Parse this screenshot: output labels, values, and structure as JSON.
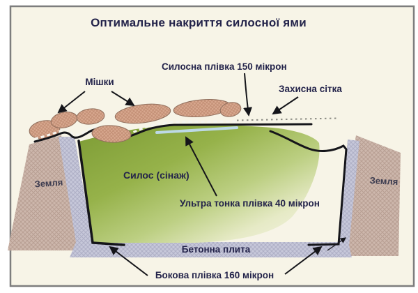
{
  "title": "Оптимальне накриття силосної ями",
  "diagram": {
    "labels": {
      "bags": "Мішки",
      "silage_film": "Силосна плівка 150 мікрон",
      "protective_net": "Захисна сітка",
      "earth_left": "Земля",
      "earth_right": "Земля",
      "silage": "Силос (сінаж)",
      "ultra_thin_film": "Ультра тонка плівка 40 мікрон",
      "concrete_slab": "Бетонна плита",
      "side_film": "Бокова плівка 160 мікрон"
    },
    "colors": {
      "background": "#f7f4e7",
      "frame_border": "#7d7d7d",
      "title_text": "#1f2149",
      "label_text": "#23234a",
      "earth_fill": "#cdb7ac",
      "earth_hatch": "#b89f93",
      "concrete_fill": "#c7c8da",
      "concrete_hatch": "#aeafc6",
      "bag_fill": "#d8a88f",
      "bag_hatch": "#c08c72",
      "bag_outline": "#8f6e5c",
      "silage_dark_green": "#7c9b34",
      "silage_fade": "#f6f3e6",
      "film_line": "#15151a",
      "net_dots": "#8b8b83",
      "net_dashes_white": "#f5f5f0",
      "ultra_film_blue": "#bdd9e6"
    }
  }
}
